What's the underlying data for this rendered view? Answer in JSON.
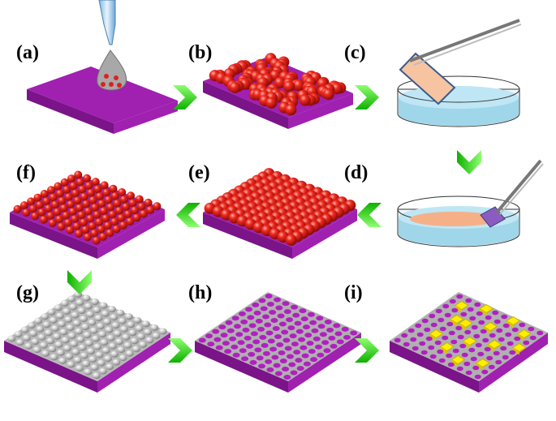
{
  "panels": [
    {
      "id": "a",
      "label": "(a)"
    },
    {
      "id": "b",
      "label": "(b)"
    },
    {
      "id": "c",
      "label": "(c)"
    },
    {
      "id": "d",
      "label": "(d)"
    },
    {
      "id": "e",
      "label": "(e)"
    },
    {
      "id": "f",
      "label": "(f)"
    },
    {
      "id": "g",
      "label": "(g)"
    },
    {
      "id": "h",
      "label": "(h)"
    },
    {
      "id": "i",
      "label": "(i)"
    }
  ],
  "colors": {
    "substrate": "#a020b0",
    "substrate_side": "#7a1488",
    "sphere": "#e8201c",
    "film": "#b8b8b8",
    "gold": "#ffee00",
    "arrow": "#22dd11",
    "water": "#9fd6ea",
    "slide": "#f6c4a0"
  }
}
